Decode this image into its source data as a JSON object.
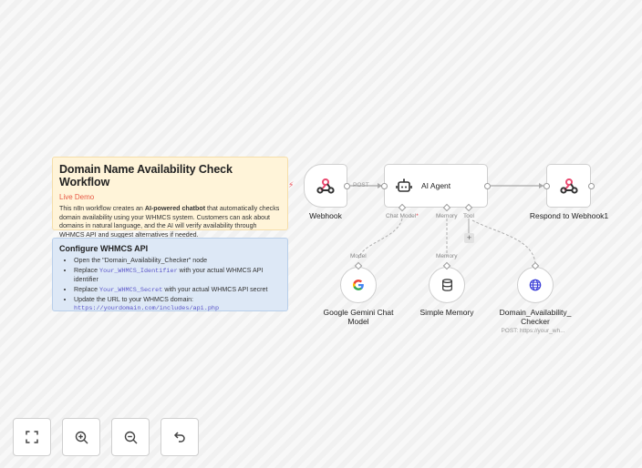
{
  "sticky_notes": {
    "overview": {
      "title": "Domain Name Availability Check Workflow",
      "subtitle": "Live Demo",
      "body_pre": "This n8n workflow creates an ",
      "body_bold": "AI-powered chatbot",
      "body_post": " that automatically checks domain availability using your WHMCS system. Customers can ask about domains in natural language, and the AI will verify availability through WHMCS API and suggest alternatives if needed."
    },
    "config": {
      "title": "Configure WHMCS API",
      "steps": [
        {
          "text": "Open the \"Domain_Availability_Checker\" node"
        },
        {
          "pre": "Replace ",
          "code": "Your_WHMCS_Identifier",
          "post": " with your actual WHMCS API identifier"
        },
        {
          "pre": "Replace ",
          "code": "Your_WHMCS_Secret",
          "post": " with your actual WHMCS API secret"
        },
        {
          "text": "Update the URL to your WHMCS domain:",
          "url": "https://yourdomain.com/includes/api.php"
        }
      ]
    }
  },
  "nodes": {
    "webhook": {
      "label": "Webhook",
      "icon": "webhook-icon",
      "output_label": "POST"
    },
    "ai_agent": {
      "label": "AI Agent",
      "icon": "robot-icon",
      "connectors": {
        "chat_model": "Chat Model",
        "chat_model_required": "*",
        "memory": "Memory",
        "tool": "Tool"
      }
    },
    "respond": {
      "label": "Respond to Webhook1",
      "icon": "webhook-icon"
    },
    "gemini": {
      "label_line1": "Google Gemini Chat",
      "label_line2": "Model",
      "icon": "google-icon",
      "input_label": "Model"
    },
    "memory": {
      "label": "Simple Memory",
      "icon": "database-icon",
      "input_label": "Memory"
    },
    "checker": {
      "label_line1": "Domain_Availability_",
      "label_line2": "Checker",
      "subtitle": "POST: https://your_wh...",
      "icon": "globe-icon"
    }
  },
  "controls": {
    "fit_view": "fit-view",
    "zoom_in": "zoom-in",
    "zoom_out": "zoom-out",
    "undo": "undo"
  },
  "colors": {
    "accent_red": "#ef5b63",
    "sticky_yellow": "#fff4d9",
    "sticky_blue": "#dde8f6",
    "code_purple": "#5a55c8",
    "globe_blue": "#3b3fd8"
  }
}
